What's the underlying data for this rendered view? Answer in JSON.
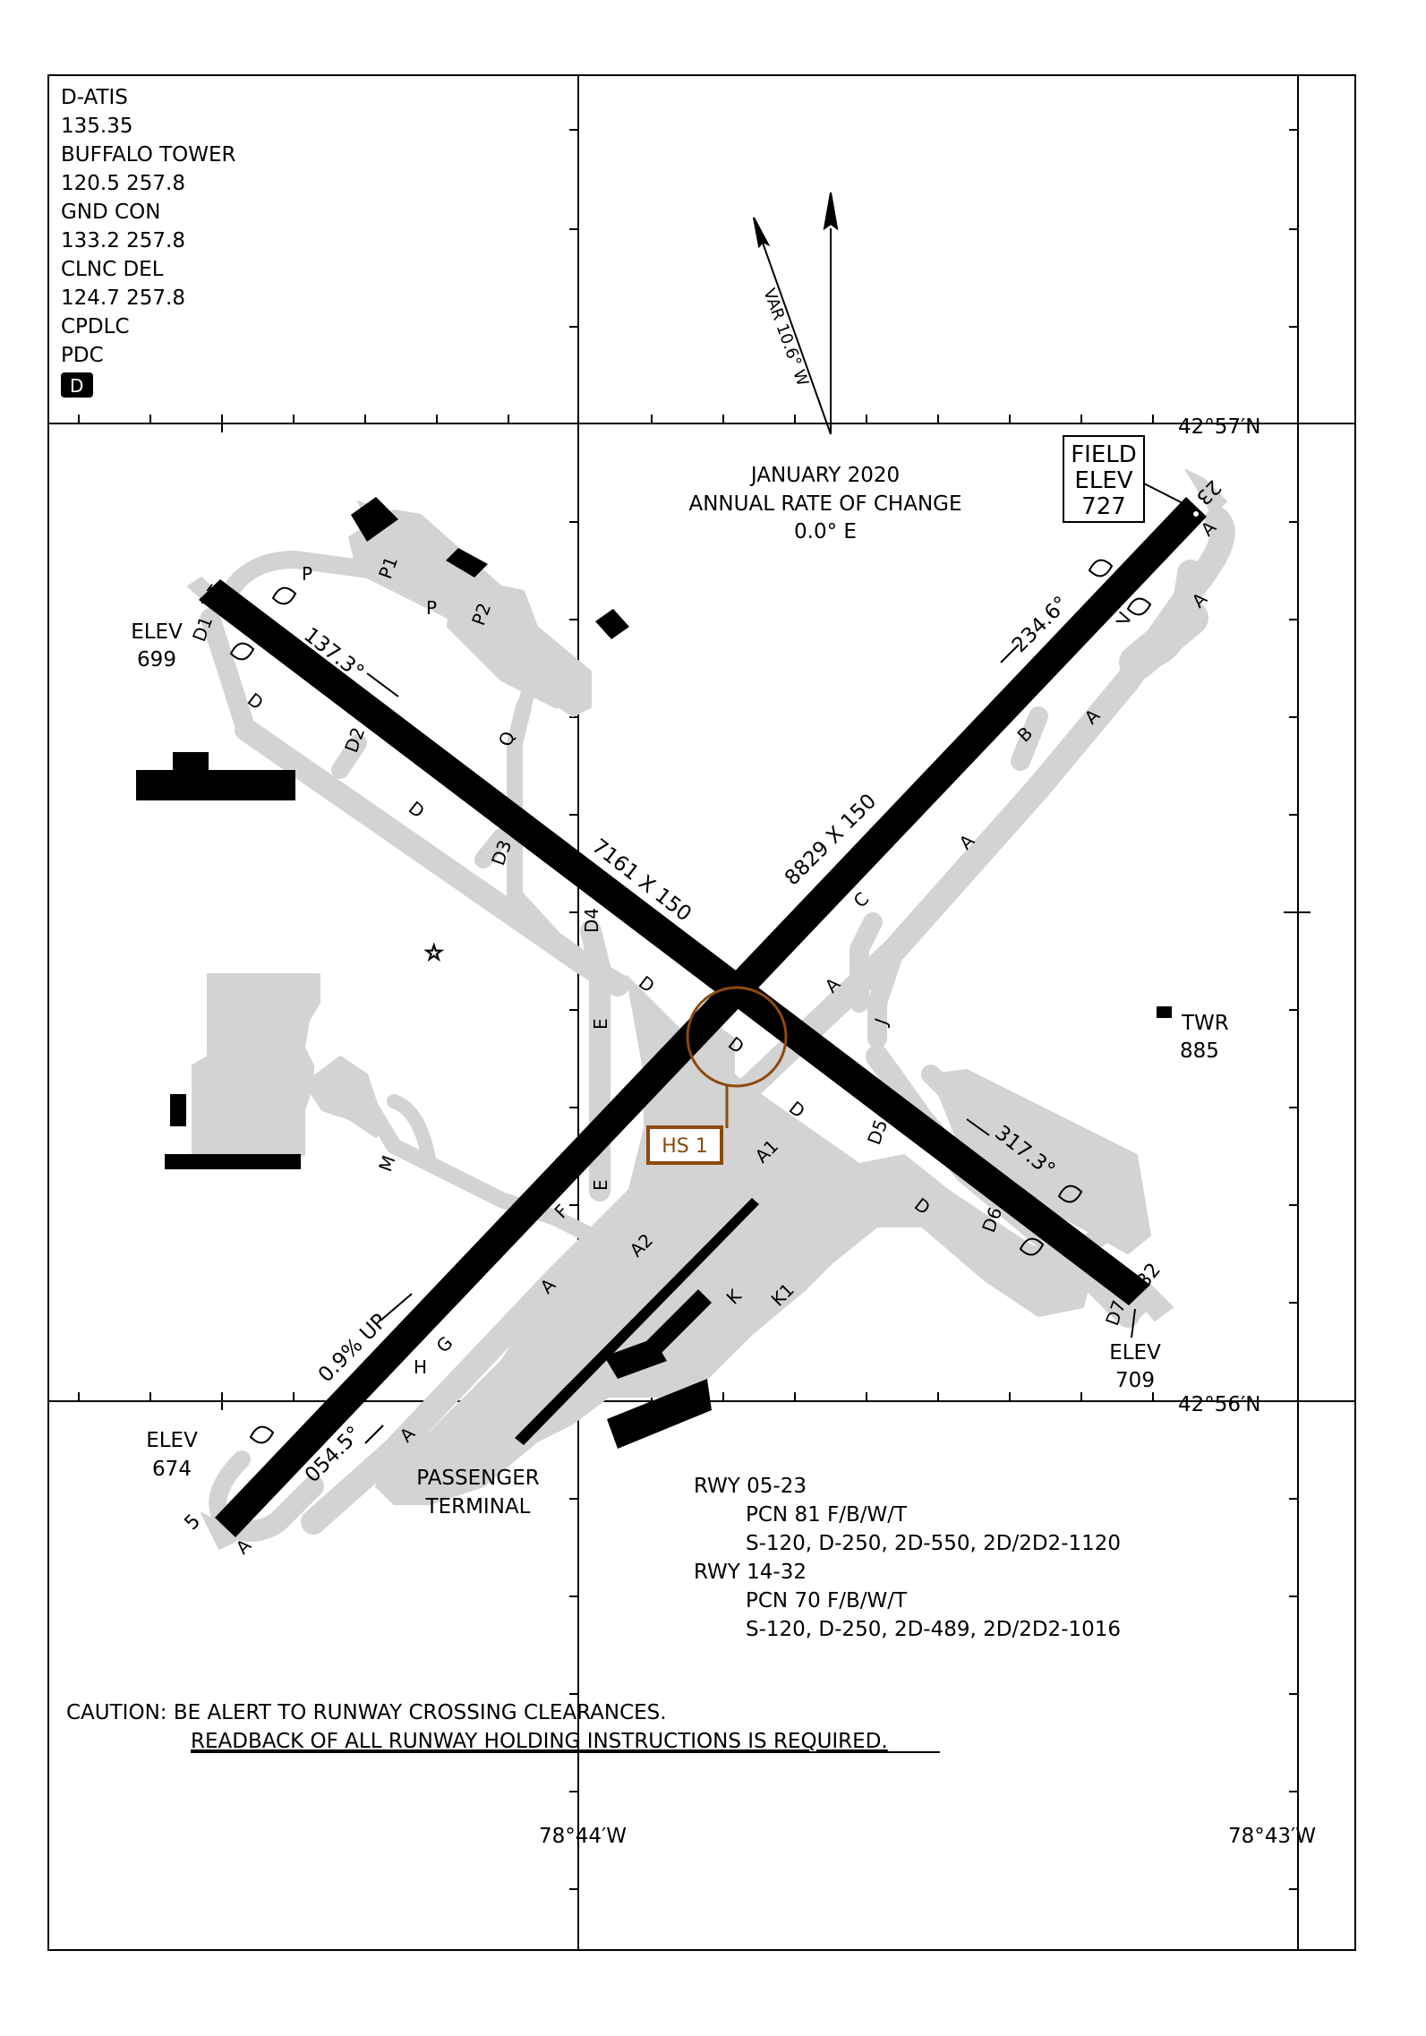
{
  "frequencies": {
    "line1": "D-ATIS",
    "line2": "135.35",
    "line3": "BUFFALO TOWER",
    "line4": "120.5  257.8",
    "line5": "GND CON",
    "line6": "133.2  257.8",
    "line7": "CLNC DEL",
    "line8": "124.7  257.8",
    "line9": "CPDLC",
    "line10": "PDC",
    "badge": "D"
  },
  "magvar": {
    "var": "VAR 10.6° W",
    "line1": "JANUARY 2020",
    "line2": "ANNUAL RATE OF CHANGE",
    "line3": "0.0° E"
  },
  "field_elev": {
    "l1": "FIELD",
    "l2": "ELEV",
    "l3": "727"
  },
  "coords": {
    "lat_north": "42°57′N",
    "lat_south": "42°56′N",
    "lon_west": "78°44′W",
    "lon_east": "78°43′W"
  },
  "runways": {
    "rwy0523_dim": "8829 X 150",
    "rwy1432_dim": "7161 X 150",
    "end5": "5",
    "end23": "23",
    "end14": "14",
    "end32": "32",
    "hdg_054": "054.5°",
    "hdg_234": "234.6°",
    "hdg_137": "137.3°",
    "hdg_317": "317.3°",
    "slope": "0.9% UP",
    "elev_label": "ELEV",
    "elev_699": "699",
    "elev_674": "674",
    "elev_709": "709"
  },
  "taxiways": {
    "p": "P",
    "p1": "P1",
    "p2": "P2",
    "q": "Q",
    "d": "D",
    "d1": "D1",
    "d2": "D2",
    "d3": "D3",
    "d4": "D4",
    "d5": "D5",
    "d6": "D6",
    "d7": "D7",
    "e": "E",
    "f": "F",
    "g": "G",
    "h": "H",
    "m": "M",
    "j": "J",
    "c": "C",
    "b": "B",
    "a": "A",
    "a1": "A1",
    "a2": "A2",
    "k": "K",
    "k1": "K1"
  },
  "hotspot": "HS 1",
  "tower": {
    "name": "TWR",
    "elev": "885"
  },
  "terminal": {
    "l1": "PASSENGER",
    "l2": "TERMINAL"
  },
  "pavement": {
    "rwy0523": "RWY 05-23",
    "pcn0523": "PCN 81 F/B/W/T",
    "wt0523": "S-120, D-250, 2D-550, 2D/2D2-1120",
    "rwy1432": "RWY 14-32",
    "pcn1432": "PCN 70 F/B/W/T",
    "wt1432": "S-120, D-250, 2D-489, 2D/2D2-1016"
  },
  "caution": {
    "l1": "CAUTION: BE ALERT TO RUNWAY CROSSING CLEARANCES.",
    "l2": "READBACK OF ALL RUNWAY HOLDING INSTRUCTIONS IS REQUIRED."
  },
  "colors": {
    "runway": "#000000",
    "taxiway": "#d3d3d3",
    "hotspot": "#8b4a0e"
  }
}
